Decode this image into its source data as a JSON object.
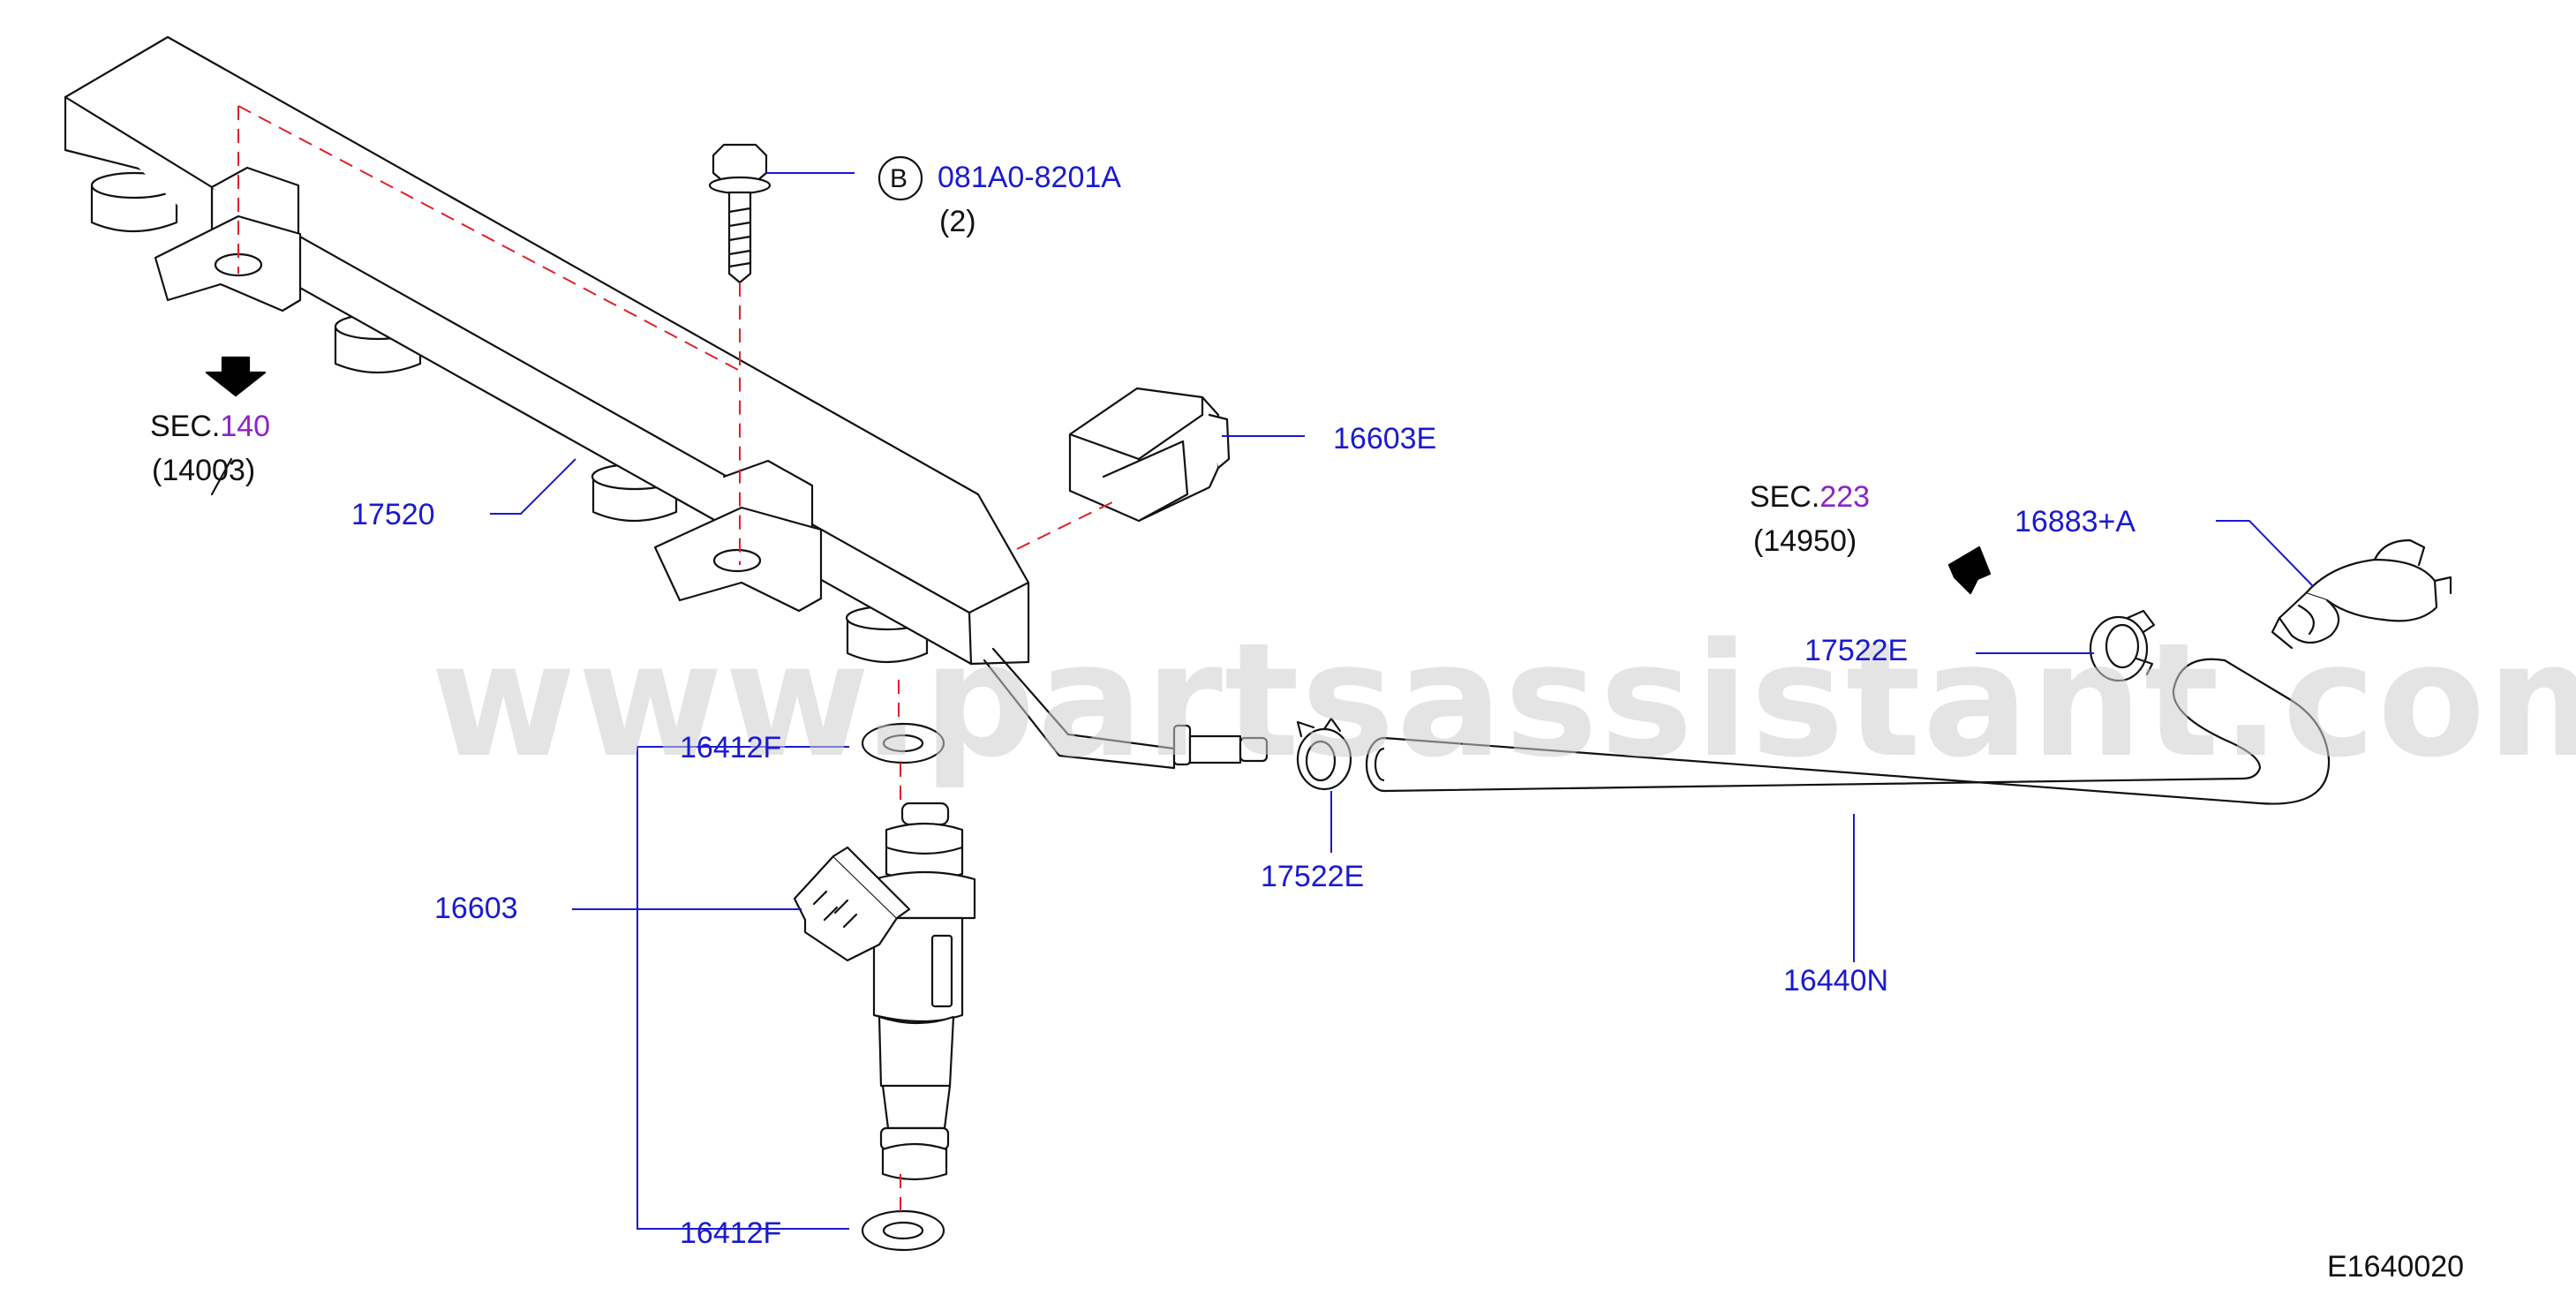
{
  "watermark": "www.partsassistant.com",
  "diagram_code": "E1640020",
  "colors": {
    "part_label": "#1a1ad0",
    "section_ref": "#8a24c8",
    "outline": "#111111",
    "dash": "#e0202a"
  },
  "bolt_marker": "B",
  "labels": {
    "bolt_part": "081A0-8201A",
    "bolt_qty": "(2)",
    "sec140_prefix": "SEC.",
    "sec140_num": "140",
    "sec140_sub": "(14003)",
    "fuel_rail": "17520",
    "bracket": "16603E",
    "sec223_prefix": "SEC.",
    "sec223_num": "223",
    "sec223_sub": "(14950)",
    "clip_top": "16883+A",
    "clamp_right": "17522E",
    "clamp_bottom": "17522E",
    "hose": "16440N",
    "oring_top": "16412F",
    "injector": "16603",
    "oring_bottom": "16412F"
  }
}
